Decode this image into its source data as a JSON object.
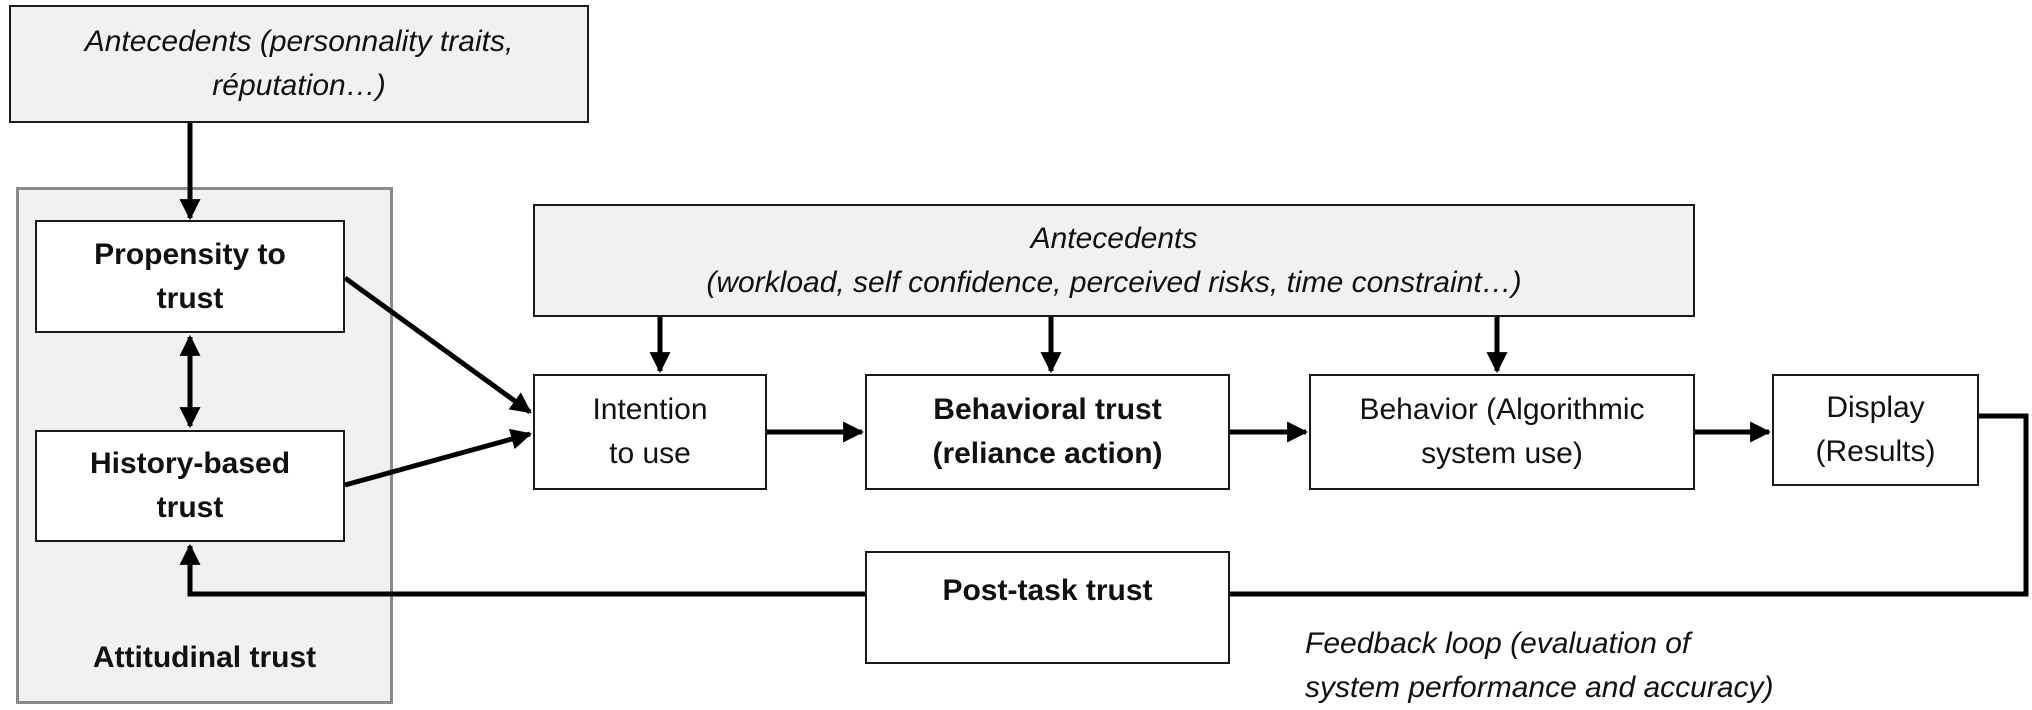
{
  "top_antecedents": {
    "line1": "Antecedents (personnality traits,",
    "line2": "réputation…)"
  },
  "attitudinal_group": {
    "label": "Attitudinal trust"
  },
  "propensity": {
    "line1": "Propensity to",
    "line2": "trust"
  },
  "history": {
    "line1": "History-based",
    "line2": "trust"
  },
  "middle_antecedents": {
    "line1": "Antecedents",
    "line2": "(workload, self confidence, perceived risks,  time constraint…)"
  },
  "intention": {
    "line1": "Intention",
    "line2": "to use"
  },
  "behavioral_trust": {
    "line1": "Behavioral trust",
    "line2": "(reliance action)"
  },
  "behavior": {
    "line1": "Behavior (Algorithmic",
    "line2": "system  use)"
  },
  "display": {
    "line1": "Display",
    "line2": "(Results)"
  },
  "post_task": {
    "label": "Post-task trust"
  },
  "feedback": {
    "line1": "Feedback loop (evaluation of",
    "line2": "system performance and accuracy)"
  }
}
